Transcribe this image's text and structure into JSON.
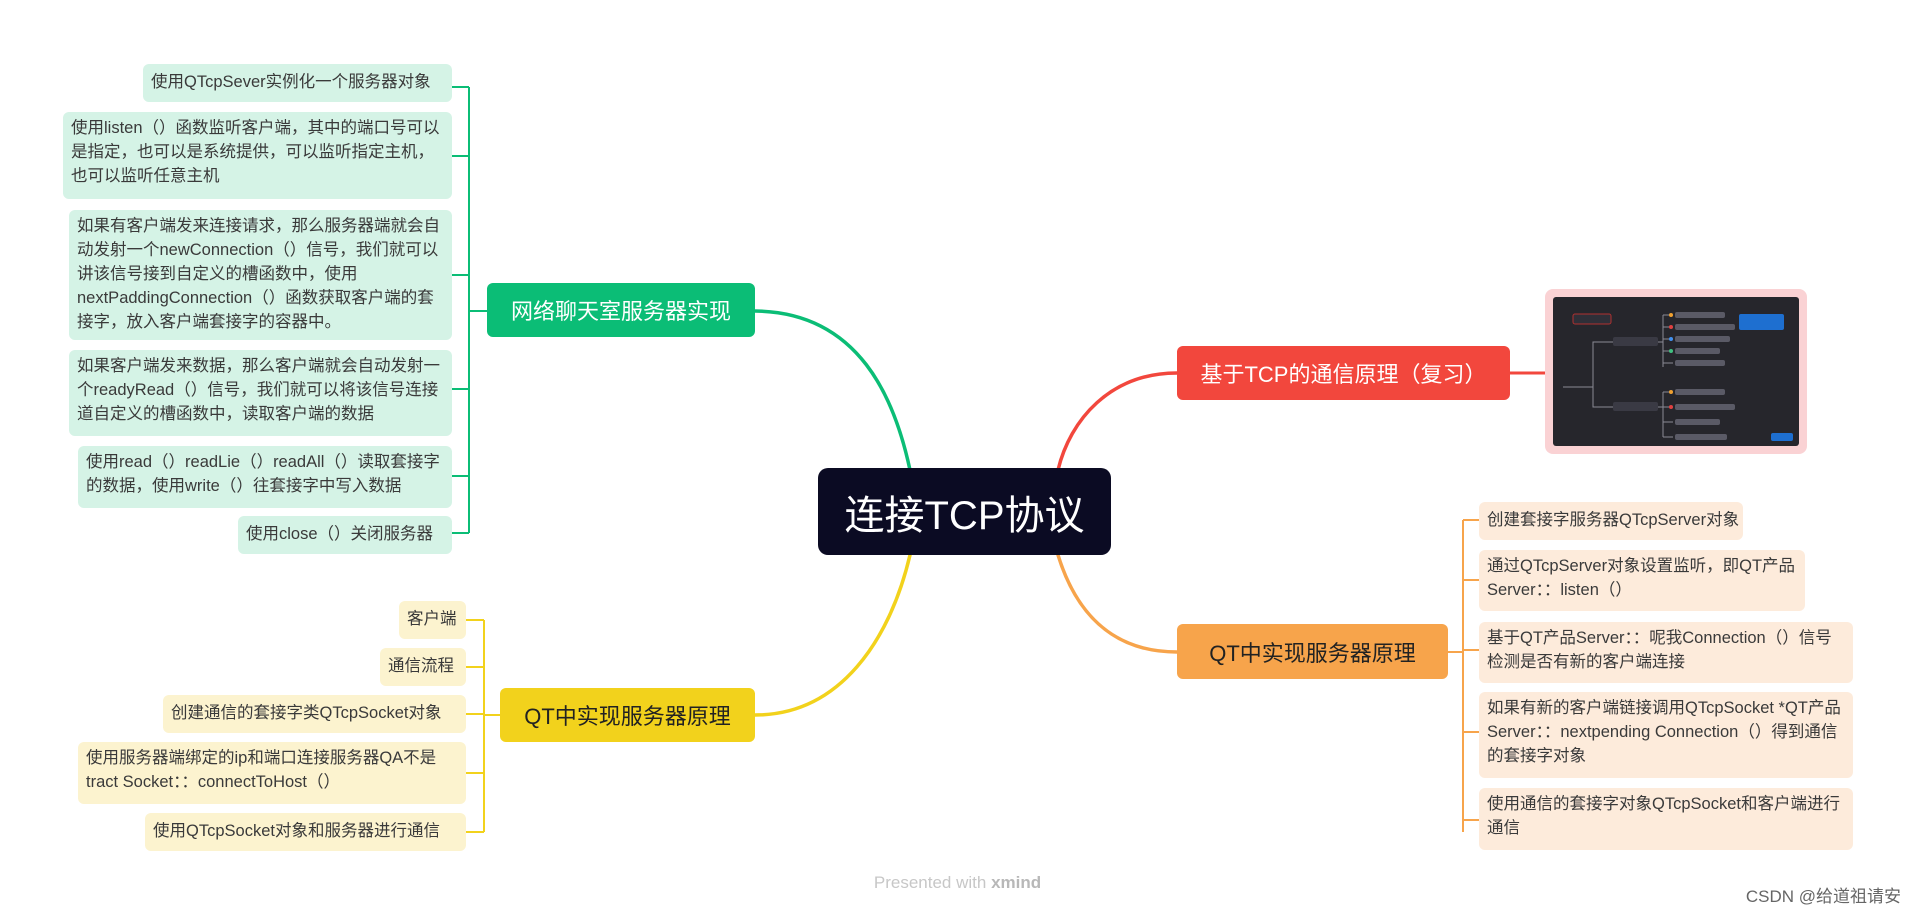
{
  "central": "连接TCP协议",
  "branches": {
    "green": {
      "label": "网络聊天室服务器实现",
      "items": [
        "使用QTcpSever实例化一个服务器对象",
        "使用listen（）函数监听客户端，其中的端口号可以是指定，也可以是系统提供，可以监听指定主机，也可以监听任意主机",
        "如果有客户端发来连接请求，那么服务器端就会自动发射一个newConnection（）信号，我们就可以讲该信号接到自定义的槽函数中，使用nextPaddingConnection（）函数获取客户端的套接字，放入客户端套接字的容器中。",
        "如果客户端发来数据，那么客户端就会自动发射一个readyRead（）信号，我们就可以将该信号连接道自定义的槽函数中，读取客户端的数据",
        "使用read（）readLie（）readAll（）读取套接字的数据，使用write（）往套接字中写入数据",
        "使用close（）关闭服务器"
      ]
    },
    "red": {
      "label": "基于TCP的通信原理（复习）"
    },
    "orange": {
      "label": "QT中实现服务器原理",
      "items": [
        "创建套接字服务器QTcpServer对象",
        "通过QTcpServer对象设置监听，即QT产品Server：：listen（）",
        "基于QT产品Server：：呢我Connection（）信号检测是否有新的客户端连接",
        "如果有新的客户端链接调用QTcpSocket *QT产品Server：：nextpending Connection（）得到通信的套接字对象",
        "使用通信的套接字对象QTcpSocket和客户端进行通信"
      ]
    },
    "yellow": {
      "label": "QT中实现服务器原理",
      "items": [
        "客户端",
        "通信流程",
        "创建通信的套接字类QTcpSocket对象",
        "使用服务器端绑定的ip和端口连接服务器QA不是tract Socket：：connectToHost（）",
        "使用QTcpSocket对象和服务器进行通信"
      ]
    }
  },
  "colors": {
    "green": "#0bbd76",
    "red": "#f2473d",
    "orange": "#f7a44b",
    "yellow": "#f2d21c",
    "central": "#0b0b23"
  },
  "footer": {
    "prefix": "Presented with ",
    "brand": "xmind"
  },
  "watermark": "CSDN @给道祖请安"
}
